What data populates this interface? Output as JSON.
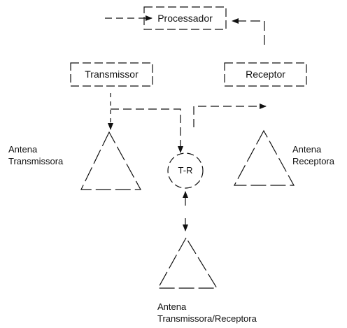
{
  "blocks": {
    "processor": "Processador",
    "transmitter": "Transmissor",
    "receiver": "Receptor",
    "tr_switch": "T-R"
  },
  "antennas": {
    "transmit": {
      "line1": "Antena",
      "line2": "Transmissora"
    },
    "receive": {
      "line1": "Antena",
      "line2": "Receptora"
    },
    "shared": {
      "line1": "Antena",
      "line2": "Transmissora/Receptora"
    }
  },
  "colors": {
    "ink": "#111111",
    "background": "#ffffff"
  }
}
